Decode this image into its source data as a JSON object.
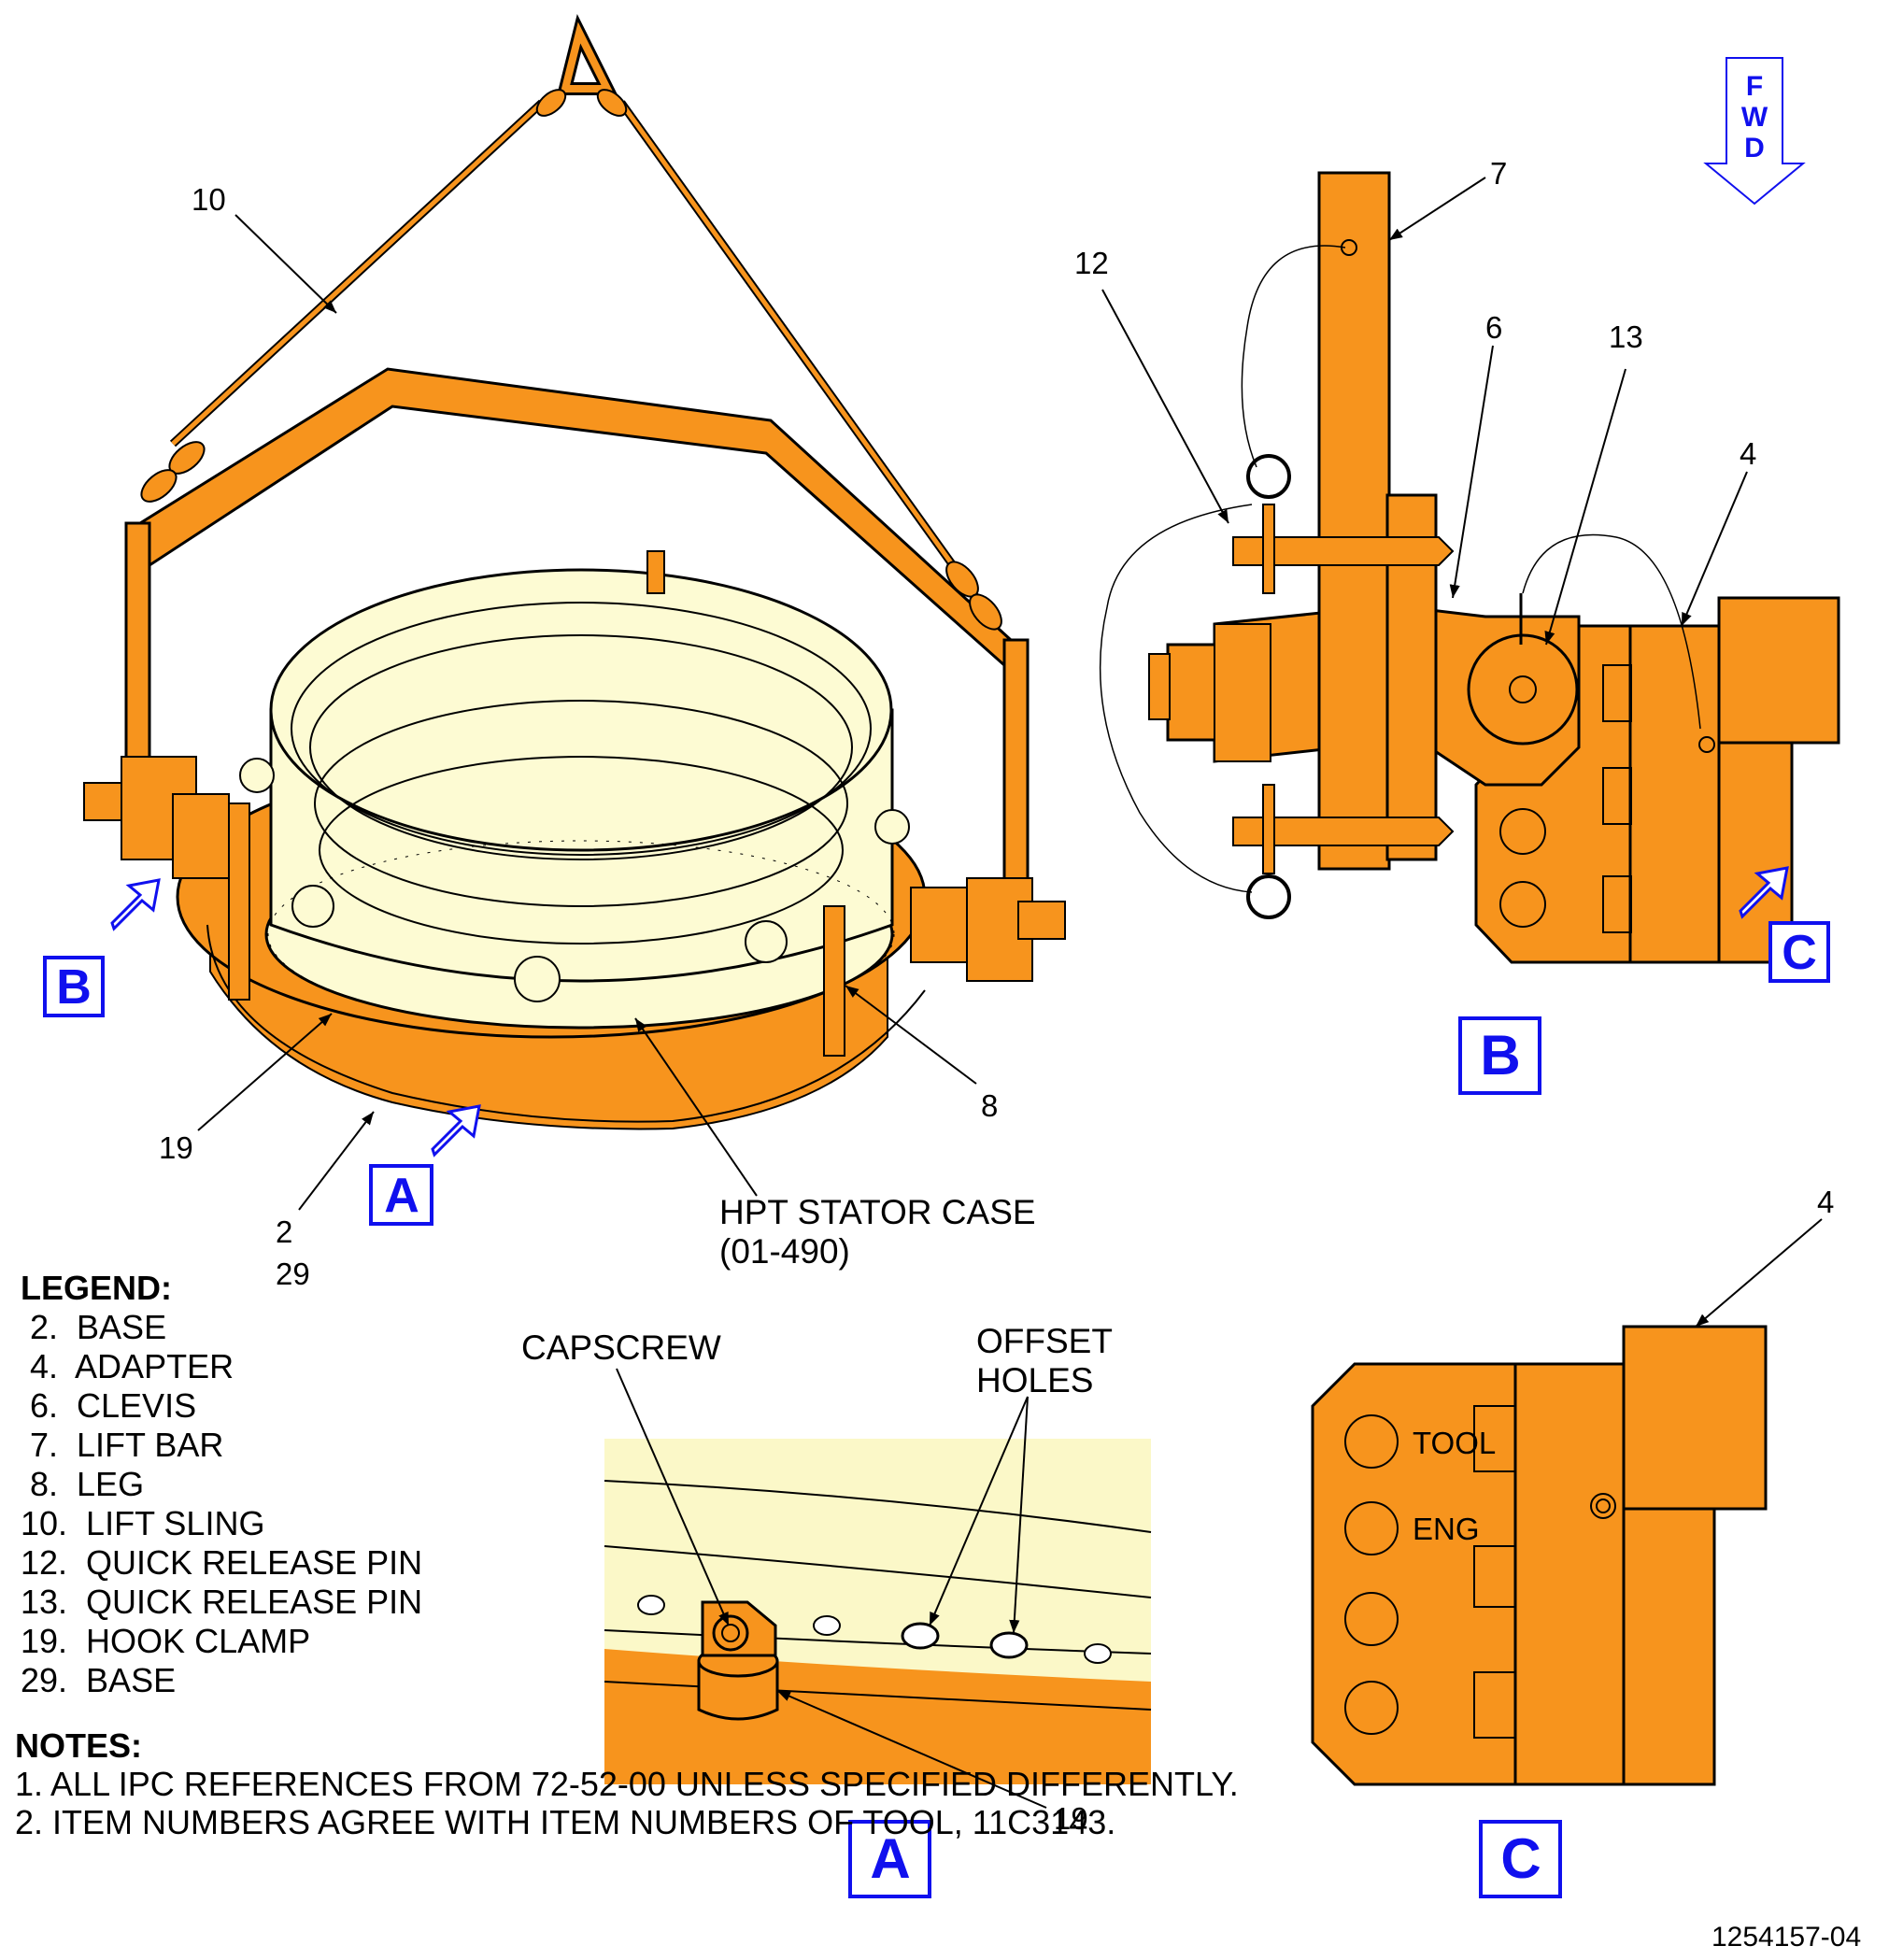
{
  "orientation": {
    "fwd_letters": [
      "F",
      "W",
      "D"
    ]
  },
  "view_labels": {
    "a": "A",
    "b": "B",
    "c": "C"
  },
  "colors": {
    "tool": "#f7941d",
    "casing": "#fdfbd3",
    "casing_detail": "#fbf8c8",
    "callout_blue": "#1010ee",
    "line": "#000000"
  },
  "main_view": {
    "callouts": {
      "lift_sling": "10",
      "hook_clamp": "19",
      "base_2": "2",
      "base_29": "29",
      "leg": "8"
    },
    "stator_label": {
      "line1": "HPT STATOR CASE",
      "line2": "(01-490)"
    }
  },
  "view_b": {
    "callouts": {
      "lift_bar": "7",
      "quick_pin_12": "12",
      "clevis": "6",
      "quick_pin_13": "13",
      "adapter": "4"
    }
  },
  "view_a": {
    "callouts": {
      "capscrew": "CAPSCREW",
      "offset_line1": "OFFSET",
      "offset_line2": "HOLES",
      "hook_clamp": "19"
    }
  },
  "view_c": {
    "callouts": {
      "adapter": "4"
    },
    "markings": {
      "tool": "TOOL",
      "eng": "ENG"
    }
  },
  "legend": {
    "title": "LEGEND:",
    "items": [
      " 2.  BASE",
      " 4.  ADAPTER",
      " 6.  CLEVIS",
      " 7.  LIFT BAR",
      " 8.  LEG",
      "10.  LIFT SLING",
      "12.  QUICK RELEASE PIN",
      "13.  QUICK RELEASE PIN",
      "19.  HOOK CLAMP",
      "29.  BASE"
    ]
  },
  "notes": {
    "title": "NOTES:",
    "items": [
      "1. ALL IPC REFERENCES FROM 72-52-00 UNLESS SPECIFIED DIFFERENTLY.",
      "2. ITEM NUMBERS AGREE WITH ITEM NUMBERS OF TOOL, 11C3143."
    ]
  },
  "document_number": "1254157-04"
}
